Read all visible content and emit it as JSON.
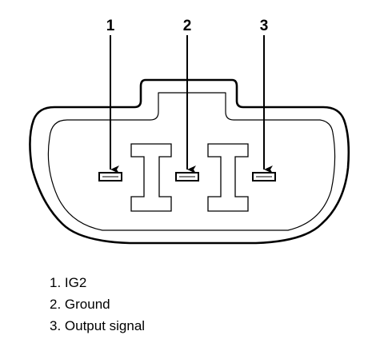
{
  "pins": [
    {
      "number": "1"
    },
    {
      "number": "2"
    },
    {
      "number": "3"
    }
  ],
  "legend": [
    "1. IG2",
    "2. Ground",
    "3. Output signal"
  ]
}
